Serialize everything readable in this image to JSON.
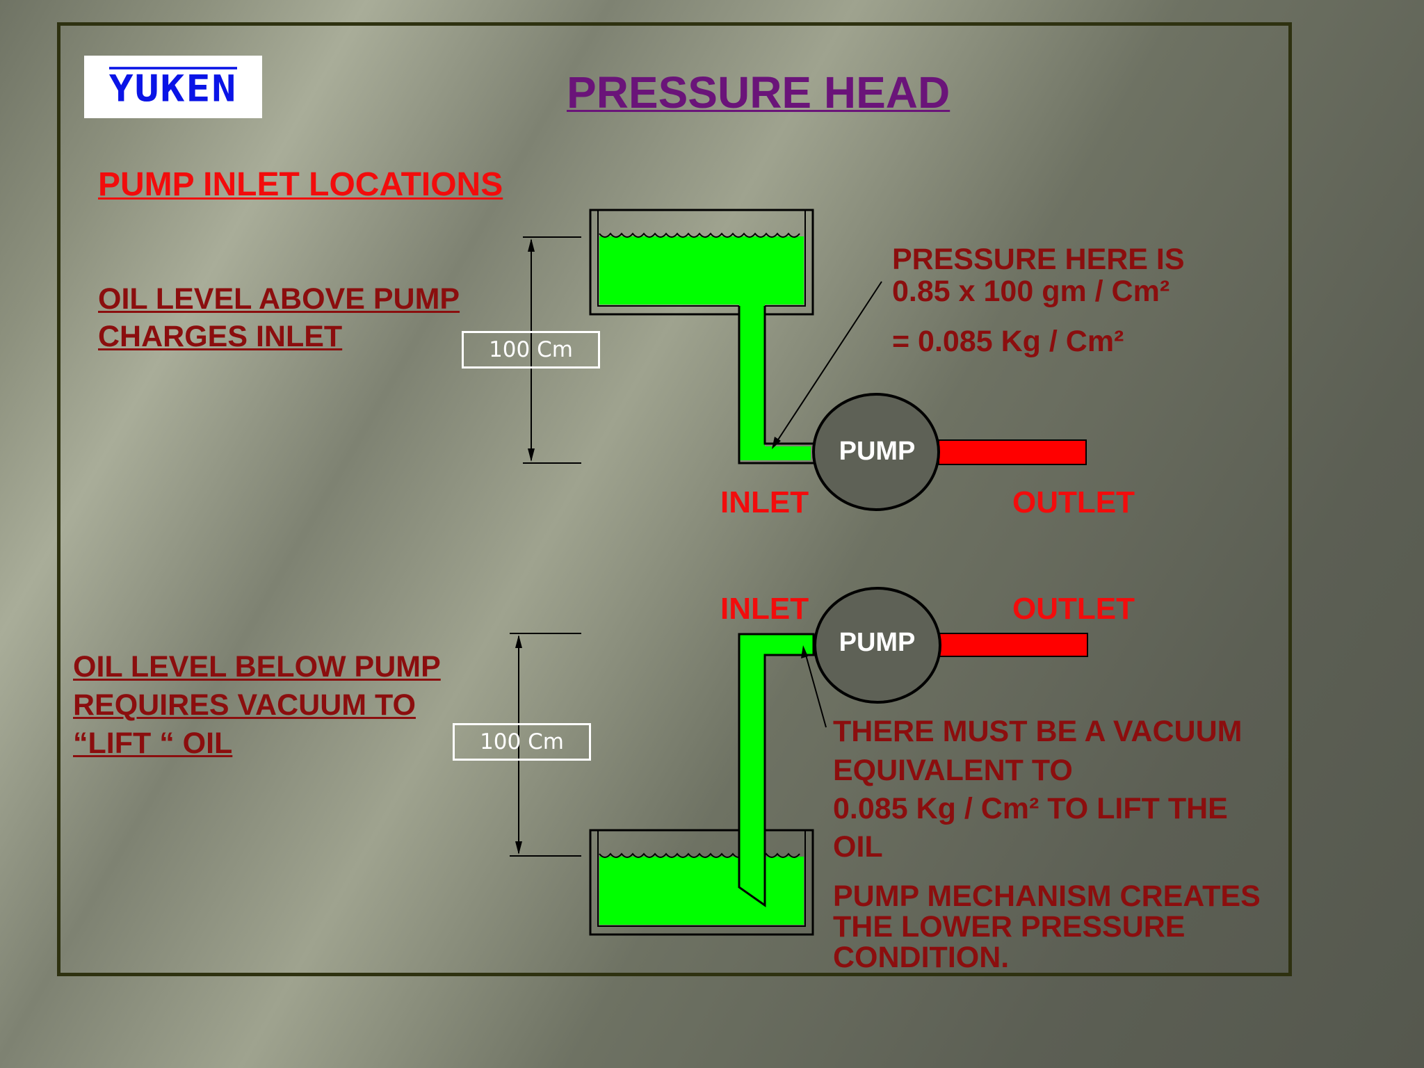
{
  "title": "PRESSURE  HEAD",
  "subtitle": "PUMP INLET LOCATIONS",
  "logo_text": "YUKEN",
  "top_case": {
    "description_line1": "OIL LEVEL ABOVE PUMP",
    "description_line2": "CHARGES INLET",
    "height_label": "100 Cm",
    "pump_label": "PUMP",
    "inlet_label": "INLET",
    "outlet_label": "OUTLET",
    "note_line1": "PRESSURE HERE IS",
    "note_line2": "0.85 x 100 gm / Cm²",
    "note_line3": "= 0.085 Kg / Cm²"
  },
  "bottom_case": {
    "description_line1": "OIL LEVEL BELOW PUMP",
    "description_line2": "REQUIRES VACUUM TO",
    "description_line3": "“LIFT “ OIL",
    "height_label": "100 Cm",
    "pump_label": "PUMP",
    "inlet_label": "INLET",
    "outlet_label": "OUTLET",
    "note_line1": "THERE MUST BE A VACUUM",
    "note_line2": "EQUIVALENT TO",
    "note_line3": "0.085 Kg / Cm² TO LIFT THE",
    "note_line4": "OIL",
    "note_line5": "PUMP MECHANISM CREATES",
    "note_line6": "THE LOWER PRESSURE",
    "note_line7": "CONDITION."
  },
  "colors": {
    "oil": "#00ff00",
    "outlet_pipe": "#ff0000",
    "title": "#6a1479",
    "text_dark_red": "#8b0e0e",
    "text_bright_red": "#f20c0c",
    "logo_blue": "#0a14e6"
  }
}
